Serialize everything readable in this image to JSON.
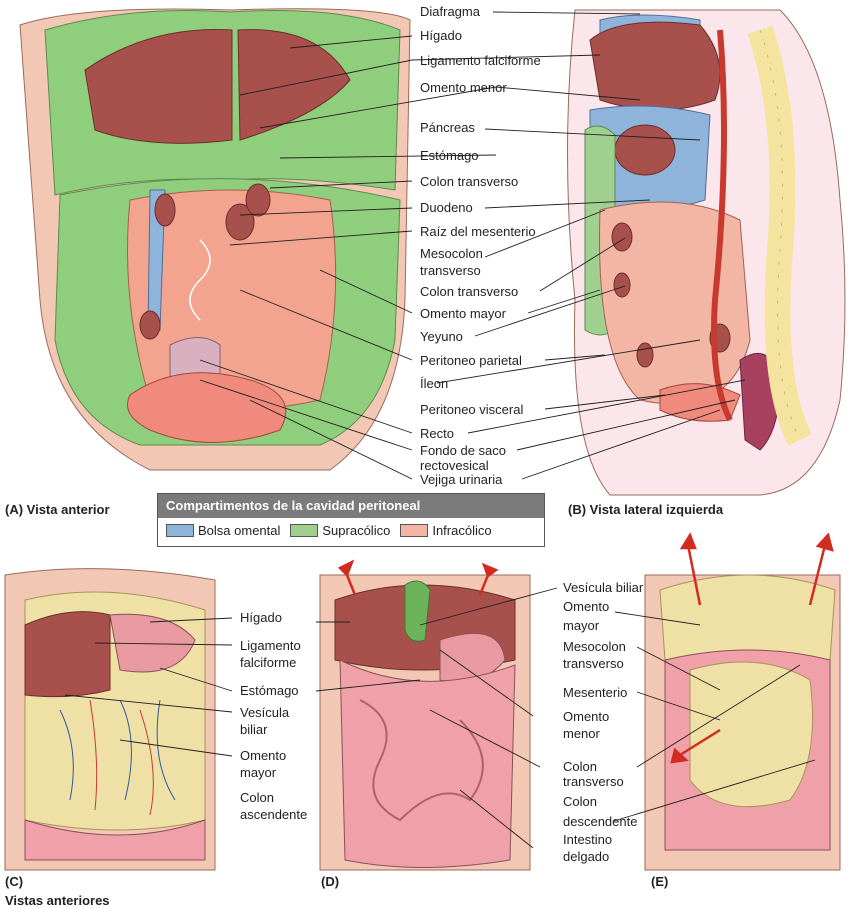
{
  "panel_a": {
    "caption": "(A) Vista anterior",
    "labels": [
      "Diafragma",
      "Hígado",
      "Ligamento falciforme",
      "Omento menor",
      "Páncreas",
      "Estómago",
      "Colon transverso",
      "Duodeno",
      "Raíz del mesenterio",
      "Mesocolon",
      "transverso",
      "Colon transverso",
      "Omento mayor",
      "Yeyuno",
      "Peritoneo parietal",
      "Íleon",
      "Peritoneo visceral",
      "Recto",
      "Fondo de saco",
      "rectovesical",
      "Vejiga urinaria"
    ]
  },
  "panel_b": {
    "caption": "(B) Vista lateral izquierda"
  },
  "legend": {
    "title": "Compartimentos de la cavidad peritoneal",
    "items": [
      {
        "label": "Bolsa omental",
        "color": "#8fb4dc"
      },
      {
        "label": "Supracólico",
        "color": "#9fd08f"
      },
      {
        "label": "Infracólico",
        "color": "#f4b6a4"
      }
    ]
  },
  "panel_c": {
    "caption": "(C)",
    "labels": [
      "Hígado",
      "Ligamento",
      "falciforme",
      "Estómago",
      "Vesícula",
      "biliar",
      "Omento",
      "mayor",
      "Colon",
      "ascendente"
    ]
  },
  "panel_d": {
    "caption": "(D)",
    "labels": [
      "Vesícula biliar",
      "Omento",
      "menor",
      "Colon",
      "transverso",
      "Intestino",
      "delgado"
    ]
  },
  "panel_e": {
    "caption": "(E)",
    "labels": [
      "Omento",
      "mayor",
      "Mesocolon",
      "transverso",
      "Mesenterio",
      "Colon",
      "descendente"
    ]
  },
  "footer_caption": "Vistas anteriores",
  "colors": {
    "liver": "#a8504c",
    "green": "#8fce7c",
    "salmon": "#f2a48e",
    "omentum": "#efe0a6",
    "intestine": "#f0a0a8",
    "blue": "#8fb4dc",
    "artery": "#c83a30",
    "bone": "#f4e4a0"
  }
}
